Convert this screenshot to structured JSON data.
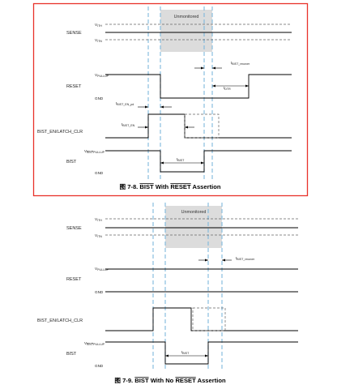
{
  "figure1": {
    "caption_prefix": "图 7-8. ",
    "caption_bist": "BIST",
    "caption_with": " With ",
    "caption_reset": "RESET",
    "caption_suffix": " Assertion",
    "highlight_color": "#e8322a",
    "unmonitored": "Unmonitored",
    "labels": {
      "sense": "SENSE",
      "vith_main": "V",
      "vith_sub": "ITH",
      "vitn_main": "V",
      "vitn_sub": "ITN",
      "reset": "RESET",
      "vpullup_main": "V",
      "vpullup_sub": "PULLUP",
      "gnd": "GND",
      "bist_en": "BIST_EN/LATCH_CLR",
      "vbist_main": "V",
      "vbist_sub_over": "BIST",
      "vbist_sub": "PULLUP",
      "bist": "BIST",
      "gnd2": "GND"
    },
    "timing": {
      "t_recover_main": "t",
      "t_recover_sub": "BIST_recover",
      "t_d_main": "t",
      "t_d_sub": "DTR",
      "t_en_pd_main": "t",
      "t_en_pd_sub": "BIST_EN_pd",
      "t_en_main": "t",
      "t_en_sub": "BIST_EN",
      "t_bist_main": "t",
      "t_bist_sub": "BIST"
    }
  },
  "figure2": {
    "caption_prefix": "图 7-9. ",
    "caption_bist": "BIST",
    "caption_with": " With No ",
    "caption_reset": "RESET",
    "caption_suffix": " Assertion",
    "unmonitored": "Unmonitored",
    "labels": {
      "sense": "SENSE",
      "vith_main": "V",
      "vith_sub": "ITH",
      "vitn_main": "V",
      "vitn_sub": "ITN",
      "vpullup_main": "V",
      "vpullup_sub": "PULLUP",
      "reset": "RESET",
      "gnd": "GND",
      "bist_en": "BIST_EN/LATCH_CLR",
      "vbist_main": "V",
      "vbist_sub_over": "BIST",
      "vbist_sub": "PULLUP",
      "bist": "BIST",
      "gnd2": "GND"
    },
    "timing": {
      "t_recover_main": "t",
      "t_recover_sub": "BIST_recover",
      "t_bist_main": "t",
      "t_bist_sub": "BIST"
    }
  }
}
